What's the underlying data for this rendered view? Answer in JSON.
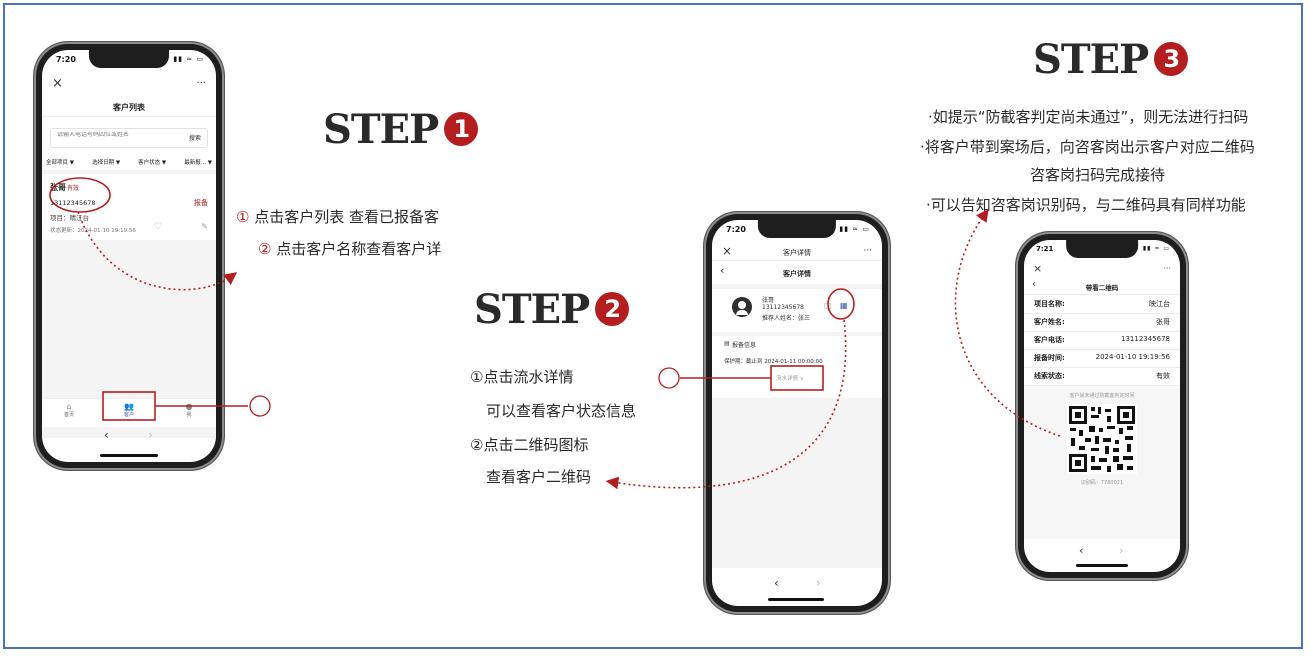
{
  "steps": {
    "step1_word": "STEP",
    "step1_num": "1",
    "step2_word": "STEP",
    "step2_num": "2",
    "step3_word": "STEP",
    "step3_num": "3"
  },
  "step1_text": {
    "line1_num": "①",
    "line1": "点击客户列表 查看已报备客",
    "line2_num": "②",
    "line2": "点击客户名称查看客户详"
  },
  "step2_text": {
    "line1": "①点击流水详情",
    "line2": "可以查看客户状态信息",
    "line3": "②点击二维码图标",
    "line4": "查看客户二维码"
  },
  "step3_text": {
    "line1": "·如提示“防截客判定尚未通过”，则无法进行扫码",
    "line2": "·将客户带到案场后，向咨客岗出示客户对应二维码",
    "line3": "咨客岗扫码完成接待",
    "line4": "·可以告知咨客岗识别码，与二维码具有同样功能"
  },
  "callouts": {
    "c1": "①",
    "c2": "①"
  },
  "phone1": {
    "time": "7:20",
    "close": "×",
    "more": "···",
    "title": "客户列表",
    "search_placeholder": "请输入电话号码四位或姓名",
    "search_btn": "搜索",
    "filters": [
      "全部项目 ▼",
      "选择日期 ▼",
      "客户状态 ▼",
      "最新报... ▼"
    ],
    "customer_name": "张哥",
    "customer_status": "有效",
    "customer_phone": "13112345678",
    "report_label": "报备",
    "project": "项目：晴江台",
    "update": "状态更新：2024-01-10 19:19:56",
    "nav": [
      "首页",
      "客户",
      "我"
    ],
    "back": "‹",
    "fwd": "›"
  },
  "phone2": {
    "time": "7:20",
    "close": "×",
    "more": "···",
    "top_title": "客户详情",
    "title": "客户详情",
    "name": "张哥",
    "phone": "13112345678",
    "recommender": "推荐人姓名：张三",
    "section": "报备信息",
    "protect": "保护期：截止到 2024-01-11 00:00:00",
    "flow_btn": "流水详情",
    "back": "‹",
    "fwd": "›"
  },
  "phone3": {
    "time": "7:21",
    "close": "×",
    "more": "···",
    "title": "带看二维码",
    "rows": [
      {
        "k": "项目名称:",
        "v": "映江台"
      },
      {
        "k": "客户姓名:",
        "v": "张哥"
      },
      {
        "k": "客户电话:",
        "v": "13112345678"
      },
      {
        "k": "报备时间:",
        "v": "2024-01-10 19:19:56"
      },
      {
        "k": "线索状态:",
        "v": "有效"
      }
    ],
    "qr_note": "客户尚未通过防截客判定时间",
    "code": "识别码：7780021",
    "back": "‹",
    "fwd": "›"
  }
}
